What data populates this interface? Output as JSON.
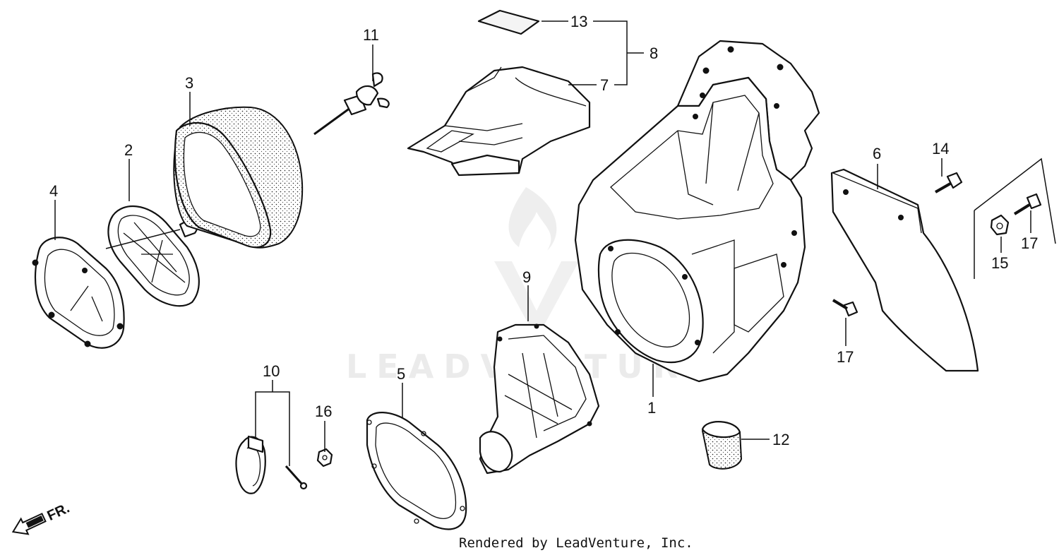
{
  "diagram": {
    "watermark": "LEADVENTURE",
    "credit": "Rendered by LeadVenture, Inc.",
    "direction_arrow": {
      "label": "FR.",
      "icon": "front-arrow-icon"
    },
    "callouts": [
      {
        "id": "c1",
        "label": "1"
      },
      {
        "id": "c2",
        "label": "2"
      },
      {
        "id": "c3",
        "label": "3"
      },
      {
        "id": "c4",
        "label": "4"
      },
      {
        "id": "c5",
        "label": "5"
      },
      {
        "id": "c6",
        "label": "6"
      },
      {
        "id": "c7",
        "label": "7"
      },
      {
        "id": "c8",
        "label": "8"
      },
      {
        "id": "c9",
        "label": "9"
      },
      {
        "id": "c10",
        "label": "10"
      },
      {
        "id": "c11",
        "label": "11"
      },
      {
        "id": "c12",
        "label": "12"
      },
      {
        "id": "c13",
        "label": "13"
      },
      {
        "id": "c14",
        "label": "14"
      },
      {
        "id": "c15",
        "label": "15"
      },
      {
        "id": "c16",
        "label": "16"
      },
      {
        "id": "c17a",
        "label": "17"
      },
      {
        "id": "c17b",
        "label": "17"
      }
    ]
  }
}
